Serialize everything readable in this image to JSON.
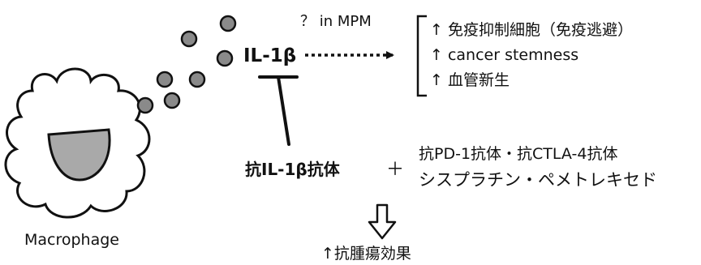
{
  "question_label": "？ in MPM",
  "cytokine": "IL-1β",
  "effects": [
    "↑ 免疫抑制細胞（免疫逃避）",
    "↑ cancer stemness",
    "↑ 血管新生"
  ],
  "antibody": "抗IL-1β抗体",
  "plus": "＋",
  "combo_line1": "抗PD-1抗体・抗CTLA-4抗体",
  "combo_line2": "シスプラチン・ペメトレキセド",
  "cell_label": "Macrophage",
  "outcome": "↑抗腫瘍効果"
}
